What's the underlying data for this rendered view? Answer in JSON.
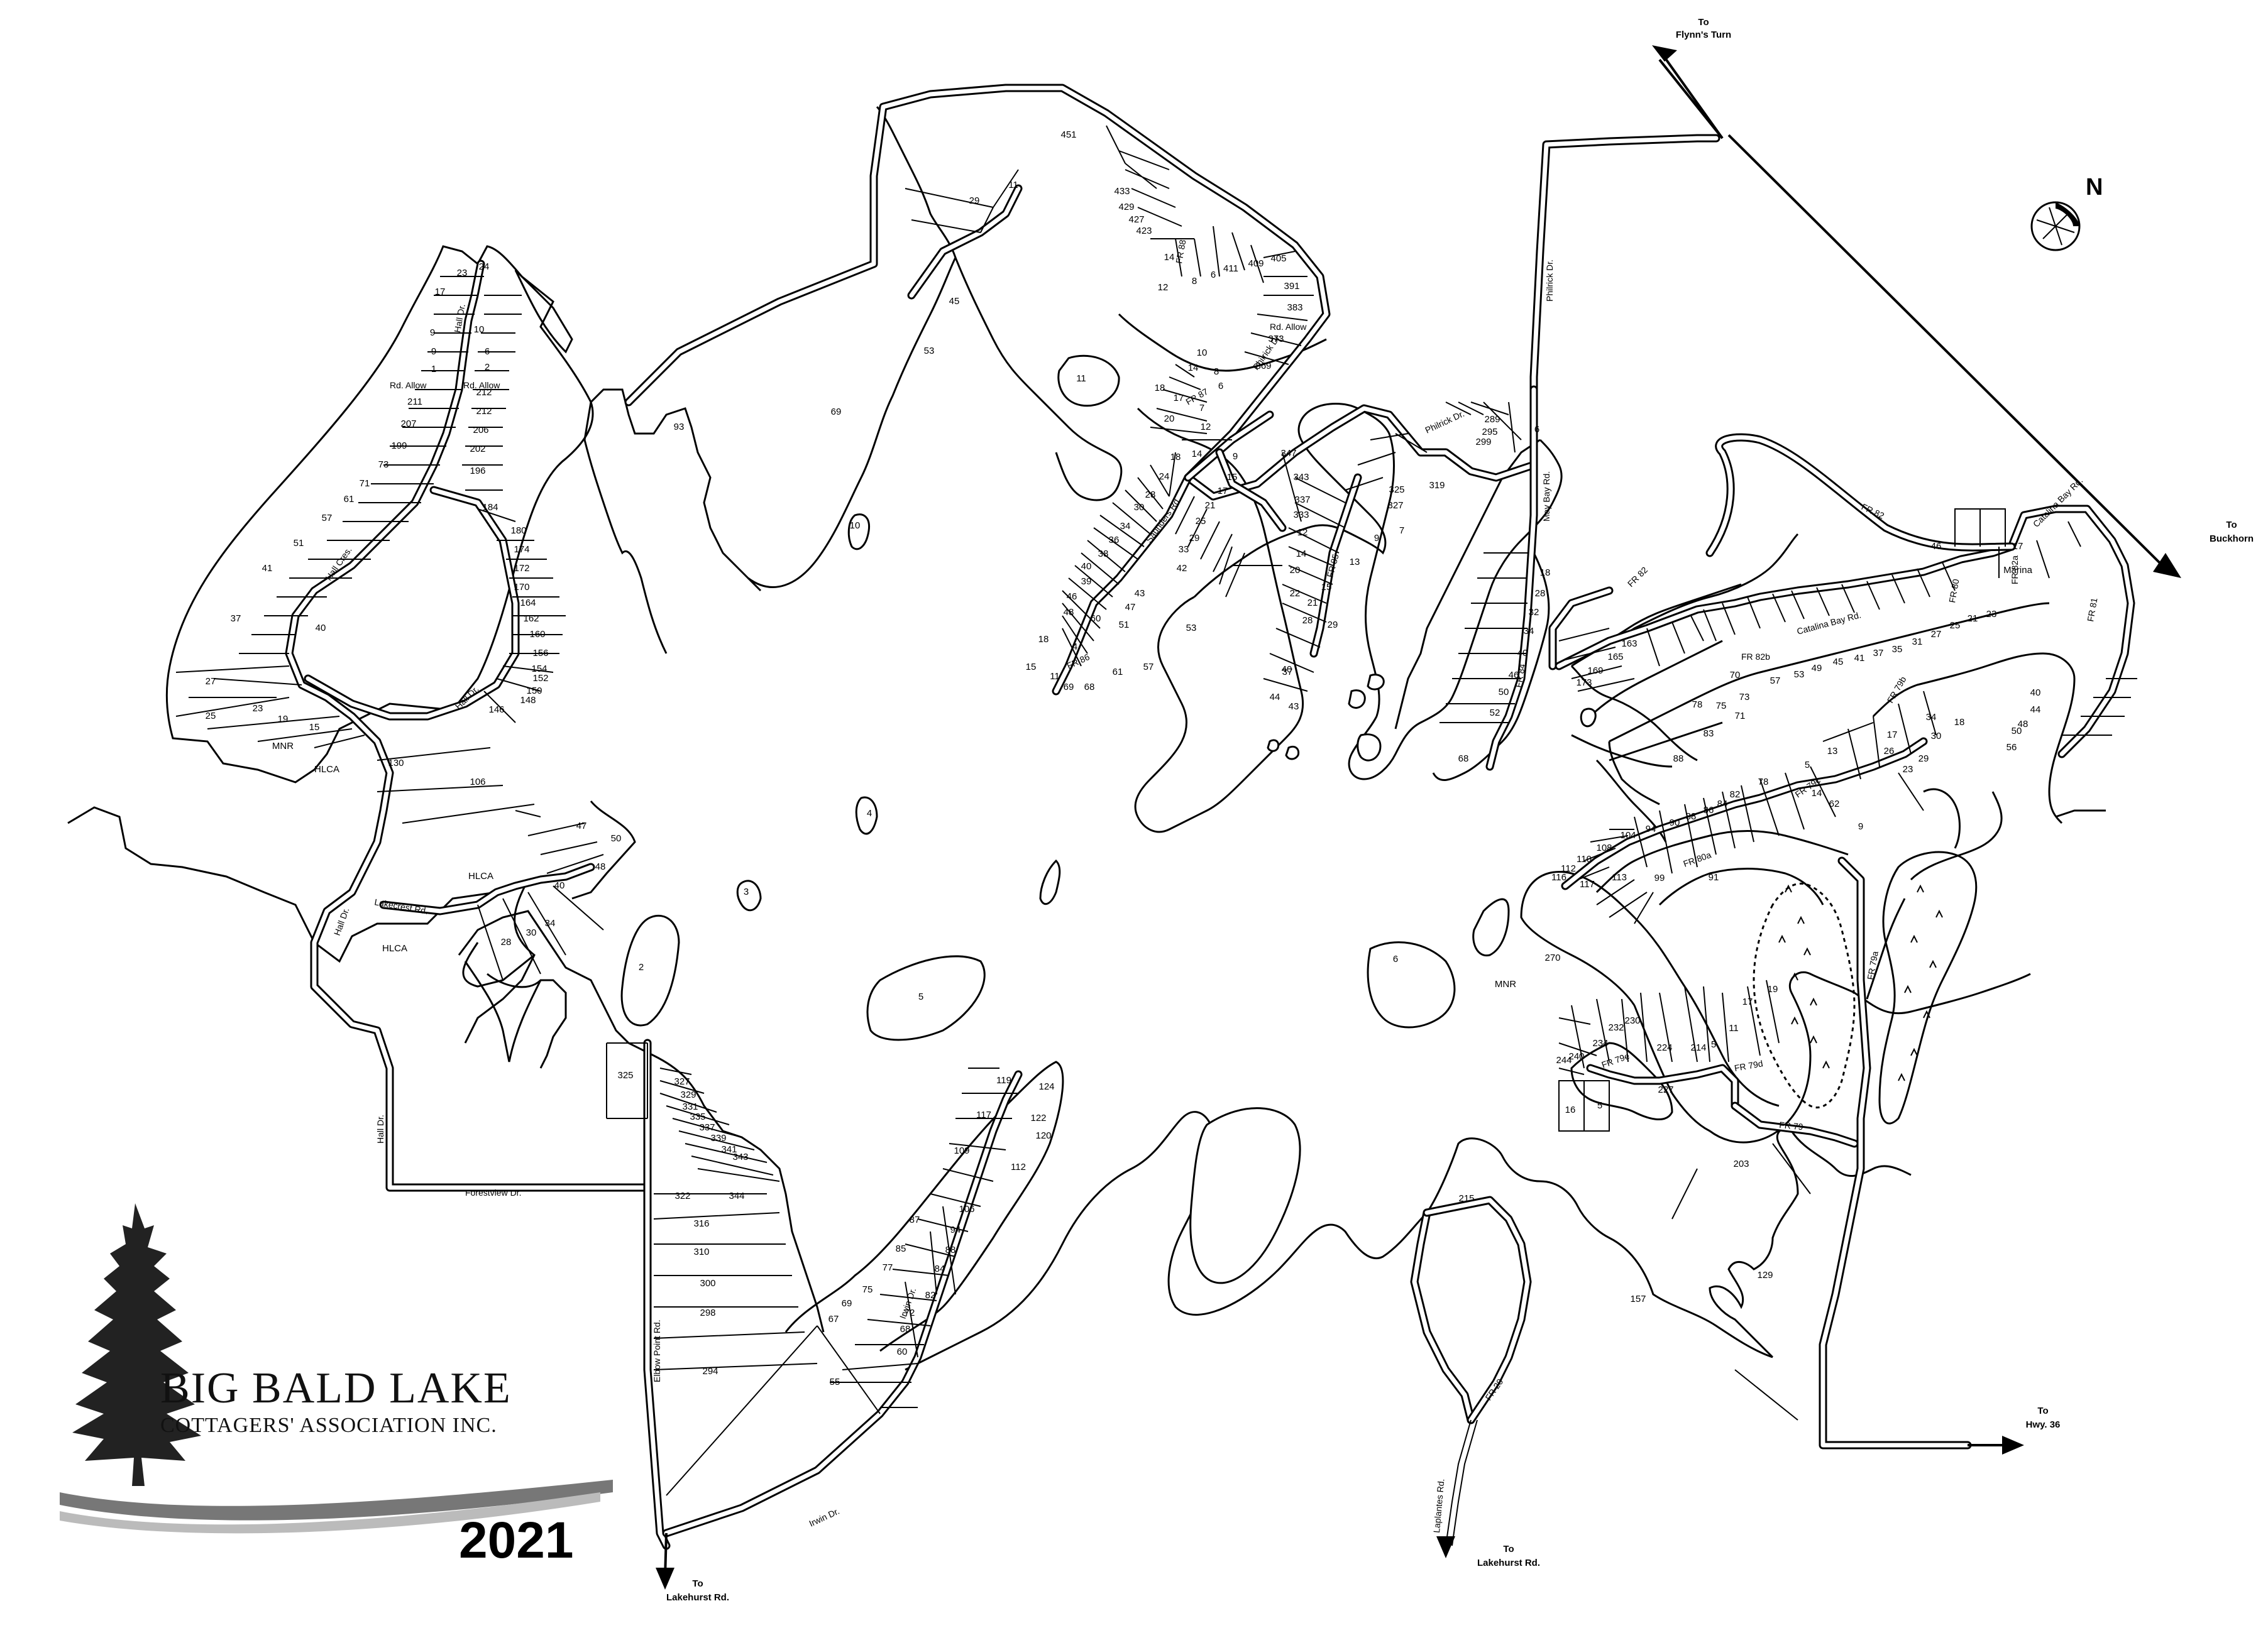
{
  "map": {
    "organization": {
      "name": "BIG BALD LAKE",
      "subtitle": "COTTAGERS' ASSOCIATION INC.",
      "year": "2021"
    },
    "compass": {
      "label": "N"
    },
    "destinations": {
      "flynns_turn": [
        "To",
        "Flynn's Turn"
      ],
      "buckhorn": [
        "To",
        "Buckhorn"
      ],
      "hwy36": [
        "To",
        "Hwy. 36"
      ],
      "lakehurst_west": [
        "To",
        "Lakehurst Rd."
      ],
      "lakehurst_east": [
        "To",
        "Lakehurst Rd."
      ]
    },
    "roads": {
      "hall_dr_north": "Hall Dr.",
      "hall_cres": "Hall Cres.",
      "hall_dr_loop": "Hall Dr.",
      "hall_dr_west": "Hall Dr.",
      "hall_dr_south": "Hall Dr.",
      "rd_allow_1": "Rd. Allow",
      "rd_allow_2": "Rd. Allow",
      "rd_allow_3": "Rd. Allow",
      "lakecrest": "Lakecrest Rd.",
      "forestview": "Forestview Dr.",
      "elbow_point": "Elbow Point Rd.",
      "irwin_south": "Irwin Dr.",
      "irwin_north": "Irwin Dr.",
      "philrick_north": "Philrick Dr.",
      "philrick_mid": "Philrick Dr.",
      "philrick_east": "Philrick Dr.",
      "fr88": "FR 88",
      "fr87": "FR 87",
      "fr86": "FR 86",
      "fr85": "FR 85",
      "fr84": "FR 84",
      "saunders": "Saunders Rd.",
      "may_bay": "May Bay Rd.",
      "fr82": "FR 82",
      "fr82_west": "FR 82",
      "fr82b": "FR 82b",
      "fr82a": "FR 82a",
      "fr81": "FR 81",
      "fr80": "FR 80",
      "catalina_bay": "Catalina Bay Rd.",
      "catalina_bay_east": "Catalina Bay Rd.",
      "fr80a": "FR 80a",
      "fr79": "FR 79",
      "fr79a": "FR 79a",
      "fr79b": "FR 79b",
      "fr79c": "FR 79c",
      "fr79d": "FR 79d",
      "fr79e": "FR 79e",
      "fr20": "FR 20",
      "laplantes": "Laplantes Rd."
    },
    "lots": [
      {
        "label": "24"
      },
      {
        "label": "23"
      },
      {
        "label": "17"
      },
      {
        "label": "10"
      },
      {
        "label": "9"
      },
      {
        "label": "6"
      },
      {
        "label": "9"
      },
      {
        "label": "2"
      },
      {
        "label": "1"
      },
      {
        "label": "212"
      },
      {
        "label": "211"
      },
      {
        "label": "212"
      },
      {
        "label": "207"
      },
      {
        "label": "206"
      },
      {
        "label": "199"
      },
      {
        "label": "202"
      },
      {
        "label": "73"
      },
      {
        "label": "196"
      },
      {
        "label": "71"
      },
      {
        "label": "61"
      },
      {
        "label": "184"
      },
      {
        "label": "57"
      },
      {
        "label": "180"
      },
      {
        "label": "51"
      },
      {
        "label": "174"
      },
      {
        "label": "41"
      },
      {
        "label": "172"
      },
      {
        "label": "170"
      },
      {
        "label": "164"
      },
      {
        "label": "162"
      },
      {
        "label": "37"
      },
      {
        "label": "40"
      },
      {
        "label": "160"
      },
      {
        "label": "156"
      },
      {
        "label": "154"
      },
      {
        "label": "152"
      },
      {
        "label": "150"
      },
      {
        "label": "148"
      },
      {
        "label": "146"
      },
      {
        "label": "27"
      },
      {
        "label": "25"
      },
      {
        "label": "23"
      },
      {
        "label": "19"
      },
      {
        "label": "15"
      },
      {
        "label": "MNR"
      },
      {
        "label": "HLCA"
      },
      {
        "label": "130"
      },
      {
        "label": "106"
      },
      {
        "label": "47"
      },
      {
        "label": "50"
      },
      {
        "label": "48"
      },
      {
        "label": "HLCA"
      },
      {
        "label": "40"
      },
      {
        "label": "34"
      },
      {
        "label": "30"
      },
      {
        "label": "28"
      },
      {
        "label": "HLCA"
      },
      {
        "label": "2"
      },
      {
        "label": "3"
      },
      {
        "label": "4"
      },
      {
        "label": "5"
      },
      {
        "label": "10"
      },
      {
        "label": "93"
      },
      {
        "label": "69"
      },
      {
        "label": "53"
      },
      {
        "label": "45"
      },
      {
        "label": "29"
      },
      {
        "label": "11"
      },
      {
        "label": "451"
      },
      {
        "label": "433"
      },
      {
        "label": "429"
      },
      {
        "label": "427"
      },
      {
        "label": "423"
      },
      {
        "label": "14"
      },
      {
        "label": "12"
      },
      {
        "label": "8"
      },
      {
        "label": "6"
      },
      {
        "label": "411"
      },
      {
        "label": "409"
      },
      {
        "label": "405"
      },
      {
        "label": "391"
      },
      {
        "label": "383"
      },
      {
        "label": "373"
      },
      {
        "label": "369"
      },
      {
        "label": "11"
      },
      {
        "label": "10"
      },
      {
        "label": "14"
      },
      {
        "label": "8"
      },
      {
        "label": "6"
      },
      {
        "label": "18"
      },
      {
        "label": "17"
      },
      {
        "label": "7"
      },
      {
        "label": "20"
      },
      {
        "label": "12"
      },
      {
        "label": "14"
      },
      {
        "label": "18"
      },
      {
        "label": "9"
      },
      {
        "label": "347"
      },
      {
        "label": "24"
      },
      {
        "label": "15"
      },
      {
        "label": "343"
      },
      {
        "label": "28"
      },
      {
        "label": "17"
      },
      {
        "label": "337"
      },
      {
        "label": "30"
      },
      {
        "label": "21"
      },
      {
        "label": "333"
      },
      {
        "label": "34"
      },
      {
        "label": "25"
      },
      {
        "label": "36"
      },
      {
        "label": "29"
      },
      {
        "label": "12"
      },
      {
        "label": "38"
      },
      {
        "label": "33"
      },
      {
        "label": "14"
      },
      {
        "label": "40"
      },
      {
        "label": "42"
      },
      {
        "label": "39"
      },
      {
        "label": "20"
      },
      {
        "label": "46"
      },
      {
        "label": "22"
      },
      {
        "label": "48"
      },
      {
        "label": "43"
      },
      {
        "label": "47"
      },
      {
        "label": "60"
      },
      {
        "label": "51"
      },
      {
        "label": "53"
      },
      {
        "label": "28"
      },
      {
        "label": "18"
      },
      {
        "label": "4"
      },
      {
        "label": "57"
      },
      {
        "label": "15"
      },
      {
        "label": "61"
      },
      {
        "label": "11"
      },
      {
        "label": "69"
      },
      {
        "label": "68"
      },
      {
        "label": "40"
      },
      {
        "label": "37"
      },
      {
        "label": "44"
      },
      {
        "label": "43"
      },
      {
        "label": "29"
      },
      {
        "label": "325"
      },
      {
        "label": "319"
      },
      {
        "label": "327"
      },
      {
        "label": "7"
      },
      {
        "label": "9"
      },
      {
        "label": "13"
      },
      {
        "label": "15"
      },
      {
        "label": "21"
      },
      {
        "label": "299"
      },
      {
        "label": "295"
      },
      {
        "label": "289"
      },
      {
        "label": "6"
      },
      {
        "label": "18"
      },
      {
        "label": "28"
      },
      {
        "label": "32"
      },
      {
        "label": "34"
      },
      {
        "label": "40"
      },
      {
        "label": "46"
      },
      {
        "label": "50"
      },
      {
        "label": "52"
      },
      {
        "label": "68"
      },
      {
        "label": "46"
      },
      {
        "label": "17"
      },
      {
        "label": "Marina"
      },
      {
        "label": "163"
      },
      {
        "label": "165"
      },
      {
        "label": "169"
      },
      {
        "label": "173"
      },
      {
        "label": "70"
      },
      {
        "label": "73"
      },
      {
        "label": "75"
      },
      {
        "label": "71"
      },
      {
        "label": "78"
      },
      {
        "label": "83"
      },
      {
        "label": "88"
      },
      {
        "label": "57"
      },
      {
        "label": "53"
      },
      {
        "label": "49"
      },
      {
        "label": "45"
      },
      {
        "label": "41"
      },
      {
        "label": "37"
      },
      {
        "label": "35"
      },
      {
        "label": "31"
      },
      {
        "label": "27"
      },
      {
        "label": "25"
      },
      {
        "label": "21"
      },
      {
        "label": "23"
      },
      {
        "label": "40"
      },
      {
        "label": "44"
      },
      {
        "label": "48"
      },
      {
        "label": "50"
      },
      {
        "label": "56"
      },
      {
        "label": "17"
      },
      {
        "label": "26"
      },
      {
        "label": "34"
      },
      {
        "label": "30"
      },
      {
        "label": "29"
      },
      {
        "label": "23"
      },
      {
        "label": "18"
      },
      {
        "label": "13"
      },
      {
        "label": "5"
      },
      {
        "label": "78"
      },
      {
        "label": "14"
      },
      {
        "label": "62"
      },
      {
        "label": "9"
      },
      {
        "label": "82"
      },
      {
        "label": "84"
      },
      {
        "label": "86"
      },
      {
        "label": "88"
      },
      {
        "label": "90"
      },
      {
        "label": "94"
      },
      {
        "label": "104"
      },
      {
        "label": "108"
      },
      {
        "label": "110"
      },
      {
        "label": "112"
      },
      {
        "label": "116"
      },
      {
        "label": "117"
      },
      {
        "label": "113"
      },
      {
        "label": "99"
      },
      {
        "label": "91"
      },
      {
        "label": "6"
      },
      {
        "label": "MNR"
      },
      {
        "label": "270"
      },
      {
        "label": "244"
      },
      {
        "label": "240"
      },
      {
        "label": "234"
      },
      {
        "label": "232"
      },
      {
        "label": "230"
      },
      {
        "label": "224"
      },
      {
        "label": "214"
      },
      {
        "label": "5"
      },
      {
        "label": "11"
      },
      {
        "label": "17"
      },
      {
        "label": "19"
      },
      {
        "label": "227"
      },
      {
        "label": "16"
      },
      {
        "label": "5"
      },
      {
        "label": "203"
      },
      {
        "label": "129"
      },
      {
        "label": "157"
      },
      {
        "label": "215"
      },
      {
        "label": "325"
      },
      {
        "label": "327"
      },
      {
        "label": "329"
      },
      {
        "label": "331"
      },
      {
        "label": "335"
      },
      {
        "label": "337"
      },
      {
        "label": "339"
      },
      {
        "label": "341"
      },
      {
        "label": "343"
      },
      {
        "label": "322"
      },
      {
        "label": "344"
      },
      {
        "label": "316"
      },
      {
        "label": "310"
      },
      {
        "label": "300"
      },
      {
        "label": "298"
      },
      {
        "label": "294"
      },
      {
        "label": "55"
      },
      {
        "label": "119"
      },
      {
        "label": "124"
      },
      {
        "label": "117"
      },
      {
        "label": "122"
      },
      {
        "label": "120"
      },
      {
        "label": "109"
      },
      {
        "label": "112"
      },
      {
        "label": "106"
      },
      {
        "label": "87"
      },
      {
        "label": "94"
      },
      {
        "label": "85"
      },
      {
        "label": "88"
      },
      {
        "label": "77"
      },
      {
        "label": "84"
      },
      {
        "label": "75"
      },
      {
        "label": "82"
      },
      {
        "label": "69"
      },
      {
        "label": "72"
      },
      {
        "label": "67"
      },
      {
        "label": "68"
      },
      {
        "label": "60"
      }
    ]
  }
}
